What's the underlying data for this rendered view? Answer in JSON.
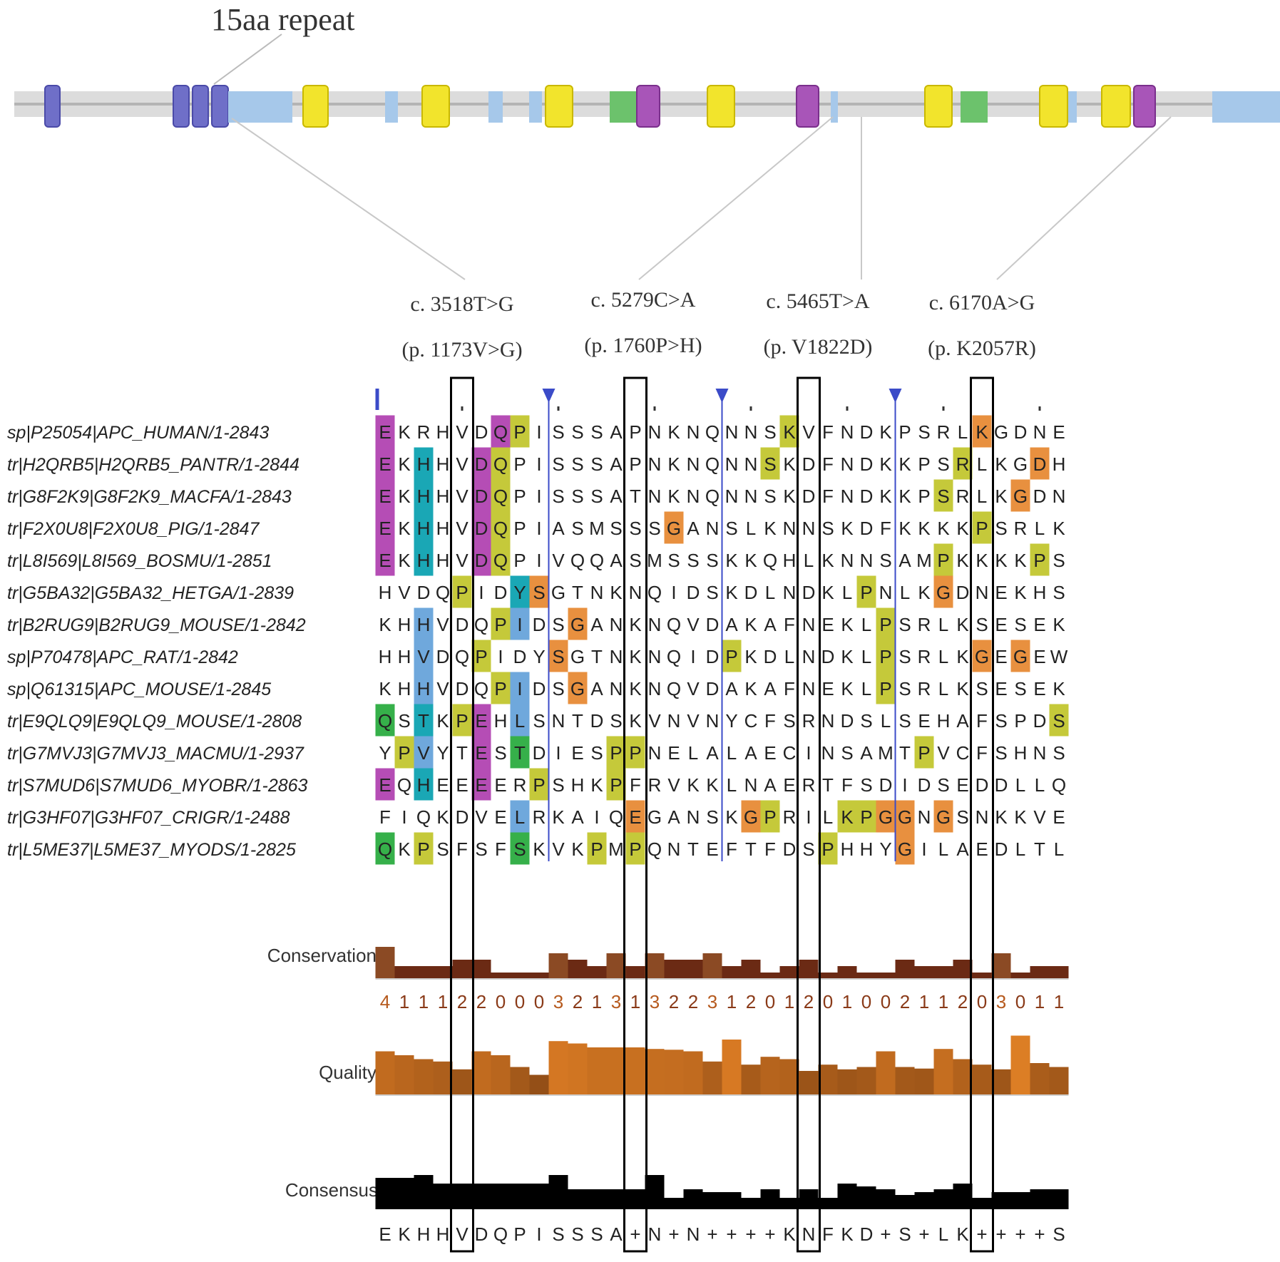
{
  "figure": {
    "repeat_label": "15aa repeat",
    "domain_colors": {
      "repeat15": "#6f6fc8",
      "armadillo": "#a6c8ea",
      "beta_catenin": "#f2e42c",
      "eb1_like": "#6cc26c",
      "samp": "#a855b8",
      "backbone": "#dcdcdc"
    },
    "protein_domains": [
      {
        "type": "repeat15",
        "start": 63,
        "end": 84
      },
      {
        "type": "repeat15",
        "start": 243,
        "end": 265
      },
      {
        "type": "repeat15",
        "start": 270,
        "end": 292
      },
      {
        "type": "repeat15",
        "start": 297,
        "end": 320
      },
      {
        "type": "armadillo",
        "start": 320,
        "end": 410
      },
      {
        "type": "armadillo",
        "start": 540,
        "end": 558
      },
      {
        "type": "armadillo",
        "start": 685,
        "end": 705
      },
      {
        "type": "armadillo",
        "start": 742,
        "end": 760
      },
      {
        "type": "armadillo",
        "start": 1165,
        "end": 1175
      },
      {
        "type": "armadillo",
        "start": 1495,
        "end": 1510
      },
      {
        "type": "armadillo",
        "start": 1700,
        "end": 1795
      },
      {
        "type": "beta_catenin",
        "start": 425,
        "end": 460
      },
      {
        "type": "beta_catenin",
        "start": 592,
        "end": 630
      },
      {
        "type": "beta_catenin",
        "start": 765,
        "end": 803
      },
      {
        "type": "beta_catenin",
        "start": 992,
        "end": 1030
      },
      {
        "type": "beta_catenin",
        "start": 1297,
        "end": 1335
      },
      {
        "type": "beta_catenin",
        "start": 1458,
        "end": 1497
      },
      {
        "type": "beta_catenin",
        "start": 1545,
        "end": 1585
      },
      {
        "type": "eb1_like",
        "start": 855,
        "end": 893
      },
      {
        "type": "eb1_like",
        "start": 1347,
        "end": 1385
      },
      {
        "type": "samp",
        "start": 893,
        "end": 925
      },
      {
        "type": "samp",
        "start": 1117,
        "end": 1148
      },
      {
        "type": "samp",
        "start": 1590,
        "end": 1620
      }
    ],
    "mutations": [
      {
        "dna": "c. 3518T>G",
        "protein": "(p. 1173V>G)"
      },
      {
        "dna": "c. 5279C>A",
        "protein": "(p. 1760P>H)"
      },
      {
        "dna": "c. 5465T>A",
        "protein": "(p. V1822D)"
      },
      {
        "dna": "c. 6170A>G",
        "protein": "(p. K2057R)"
      }
    ],
    "highlighted_columns": [
      4,
      13,
      22,
      31
    ],
    "block_separators": [
      9,
      18,
      27
    ],
    "residue_colors": {
      "m": "#b54db5",
      "c": "#1aa7b5",
      "b": "#6fa8dc",
      "y": "#c5c93a",
      "o": "#e8903f",
      "g": "#36b04a"
    },
    "alignment": [
      {
        "name": "sp|P25054|APC_HUMAN/1-2843",
        "seq": "EKRHVDQPISSSAPNKNQNNSKVFNDKPSRLKGDNE",
        "hl": "m.....my.............y.........o...."
      },
      {
        "name": "tr|H2QRB5|H2QRB5_PANTR/1-2844",
        "seq": "EKHHVDQPISSSAPNKNQNNSKDFNDKKPSRLKGDH",
        "hl": "m.c..my.............y.........y...o."
      },
      {
        "name": "tr|G8F2K9|G8F2K9_MACFA/1-2843",
        "seq": "EKHHVDQPISSSATNKNQNNSKDFNDKKPSRLKGDN",
        "hl": "m.c..my......................y...o.."
      },
      {
        "name": "tr|F2X0U8|F2X0U8_PIG/1-2847",
        "seq": "EKHHVDQPIASMSSSGANSLKNNSKDFKKKKPSRLK",
        "hl": "m.c..my........o...............y...."
      },
      {
        "name": "tr|L8I569|L8I569_BOSMU/1-2851",
        "seq": "EKHHVDQPIVQQASMSSSKKQHLKNNSAMPKKKKPS",
        "hl": "m.c..my......................y....y."
      },
      {
        "name": "tr|G5BA32|G5BA32_HETGA/1-2839",
        "seq": "HVDQPIDYSGTNKNQIDSKDLNDKLPNLKGDNEKHS",
        "hl": "....y..co................y...o......"
      },
      {
        "name": "tr|B2RUG9|B2RUG9_MOUSE/1-2842",
        "seq": "KHHVDQPIDSGANKNQVDAKAFNEKLPSRLKSESEK",
        "hl": "..b...yb..o...............y........."
      },
      {
        "name": "sp|P70478|APC_RAT/1-2842",
        "seq": "HHVDQPIDYSGTNKNQIDPKDLNDKLPSRLKGEGEW",
        "hl": "..b..y...o........y.......y....o.o.."
      },
      {
        "name": "sp|Q61315|APC_MOUSE/1-2845",
        "seq": "KHHVDQPIDSGANKNQVDAKAFNEKLPSRLKSESEK",
        "hl": "..b...yb..o...............y........."
      },
      {
        "name": "tr|E9QLQ9|E9QLQ9_MOUSE/1-2808",
        "seq": "QSTKPEHLSNTDSKVNVNYCFSRNDSLSEHAFSPDS",
        "hl": "g.c.ym.b...........................y.."
      },
      {
        "name": "tr|G7MVJ3|G7MVJ3_MACMU/1-2937",
        "seq": "YPVYTESTDIESPPNELALAECINSAMTPVCFSHNS",
        "hl": ".yb..m.g....yy..............y......."
      },
      {
        "name": "tr|S7MUD6|S7MUD6_MYOBR/1-2863",
        "seq": "EQHEEEERPSHKPFRVKKLNAERTFSDIDSEDDLLQ",
        "hl": "m.c..m..y...y......................."
      },
      {
        "name": "tr|G3HF07|G3HF07_CRIGR/1-2488",
        "seq": "FIQKDVELRKAIQEGANSKGPRILKPGGNGSNKKVE",
        "hl": ".......b.....o.....oy...yyoo.o......"
      },
      {
        "name": "tr|L5ME37|L5ME37_MYODS/1-2825",
        "seq": "QKPSFSFSKVKPMPQNTEFTFDSPHHYGILAEDLTL",
        "hl": "g.y....g...y.y.........y...o........"
      }
    ],
    "tracks": {
      "conservation_label": "Conservation",
      "quality_label": "Quality",
      "consensus_label": "Consensus",
      "conservation_scores": "411122000321313223120120100211203011",
      "quality_values": [
        0.55,
        0.5,
        0.45,
        0.42,
        0.32,
        0.55,
        0.5,
        0.35,
        0.25,
        0.68,
        0.65,
        0.6,
        0.6,
        0.6,
        0.58,
        0.57,
        0.55,
        0.42,
        0.7,
        0.38,
        0.48,
        0.45,
        0.3,
        0.38,
        0.32,
        0.35,
        0.55,
        0.35,
        0.33,
        0.58,
        0.45,
        0.38,
        0.32,
        0.75,
        0.4,
        0.35,
        0.5
      ],
      "consensus_values": [
        0.55,
        0.55,
        0.6,
        0.45,
        0.45,
        0.45,
        0.45,
        0.45,
        0.45,
        0.6,
        0.35,
        0.35,
        0.35,
        0.35,
        0.6,
        0.2,
        0.35,
        0.3,
        0.3,
        0.2,
        0.35,
        0.2,
        0.35,
        0.2,
        0.45,
        0.4,
        0.35,
        0.25,
        0.3,
        0.35,
        0.45,
        0.2,
        0.3,
        0.3,
        0.35,
        0.35,
        0.35
      ],
      "consensus_seq": "EKHHVDQPISSSA+N+N++++KNFKD+S+LK++++S"
    }
  }
}
